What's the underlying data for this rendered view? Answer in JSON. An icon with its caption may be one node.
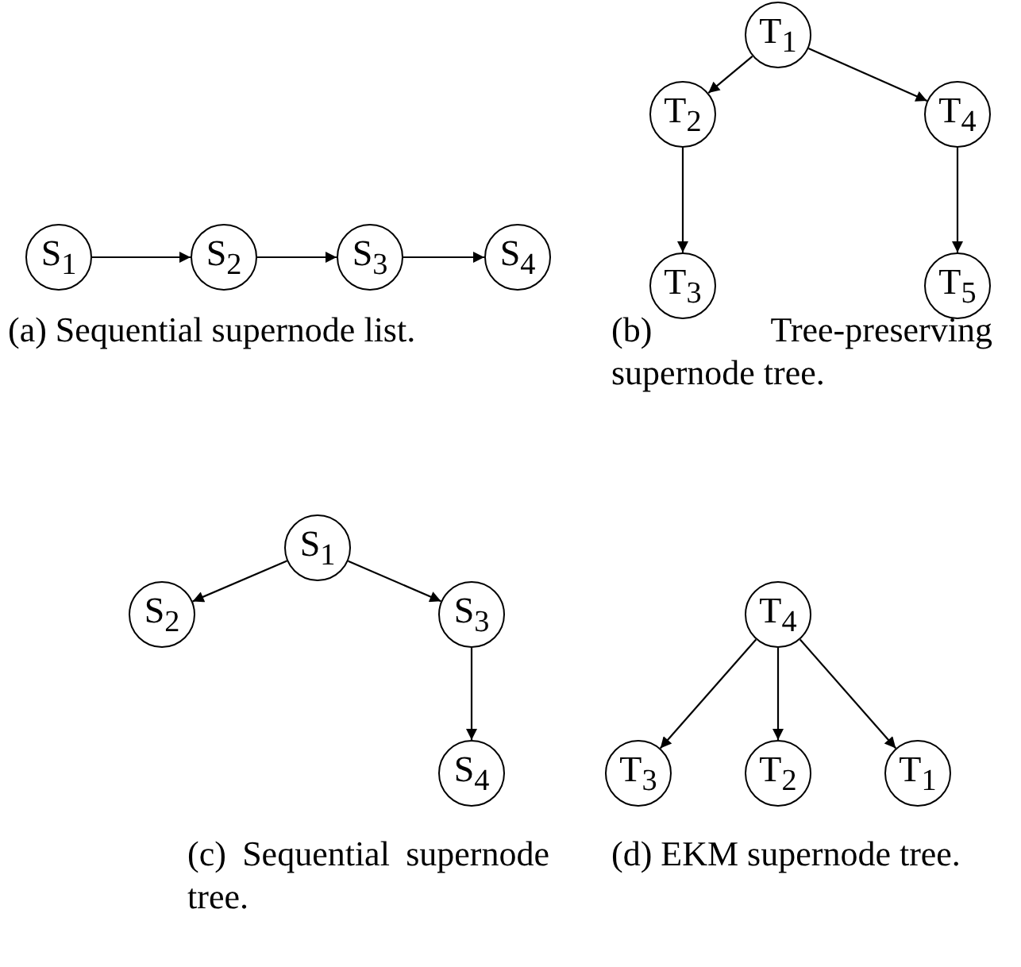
{
  "diagram": {
    "nodes": [
      {
        "text": [
          "S$_{1}$"
        ]
      },
      {
        "text": [
          "S$_{2}$"
        ]
      },
      {
        "text": [
          "S$_{3}$"
        ]
      },
      {
        "text": [
          "S$_{4}$"
        ]
      },
      {
        "text": [
          "T$_{1}$"
        ]
      },
      {
        "text": [
          "T$_{2}$"
        ]
      },
      {
        "text": [
          "T$_{4}$"
        ]
      },
      {
        "text": [
          "T$_{3}$"
        ]
      },
      {
        "text": [
          "T$_{5}$"
        ]
      },
      {
        "text": [
          "S$_{1}$"
        ]
      },
      {
        "text": [
          "S$_{2}$"
        ]
      },
      {
        "text": [
          "S$_{3}$"
        ]
      },
      {
        "text": [
          "S$_{4}$"
        ]
      },
      {
        "text": [
          "T$_{4}$"
        ]
      },
      {
        "text": [
          "T$_{3}$"
        ]
      },
      {
        "text": [
          "T$_{2}$"
        ]
      },
      {
        "text": [
          "T$_{1}$"
        ]
      }
    ],
    "edges": [
      {
        "from": 0,
        "to": 1,
        "arrow": "to"
      },
      {
        "from": 1,
        "to": 2,
        "arrow": "to"
      },
      {
        "from": 2,
        "to": 3,
        "arrow": "to"
      },
      {
        "from": 4,
        "to": 5,
        "arrow": "to"
      },
      {
        "from": 4,
        "to": 6,
        "arrow": "to"
      },
      {
        "from": 5,
        "to": 7,
        "arrow": "to"
      },
      {
        "from": 6,
        "to": 8,
        "arrow": "to"
      },
      {
        "from": 9,
        "to": 10,
        "arrow": "to"
      },
      {
        "from": 9,
        "to": 11,
        "arrow": "to"
      },
      {
        "from": 11,
        "to": 12,
        "arrow": "to"
      },
      {
        "from": 13,
        "to": 14,
        "arrow": "to"
      },
      {
        "from": 13,
        "to": 15,
        "arrow": "to"
      },
      {
        "from": 13,
        "to": 16,
        "arrow": "to"
      }
    ],
    "labels": [
      "(a) Sequential supernode list.",
      "(b) Tree-preserving supernode tree.",
      "(c) Sequential supernode tree.",
      "(d) EKM supernode tree."
    ]
  }
}
